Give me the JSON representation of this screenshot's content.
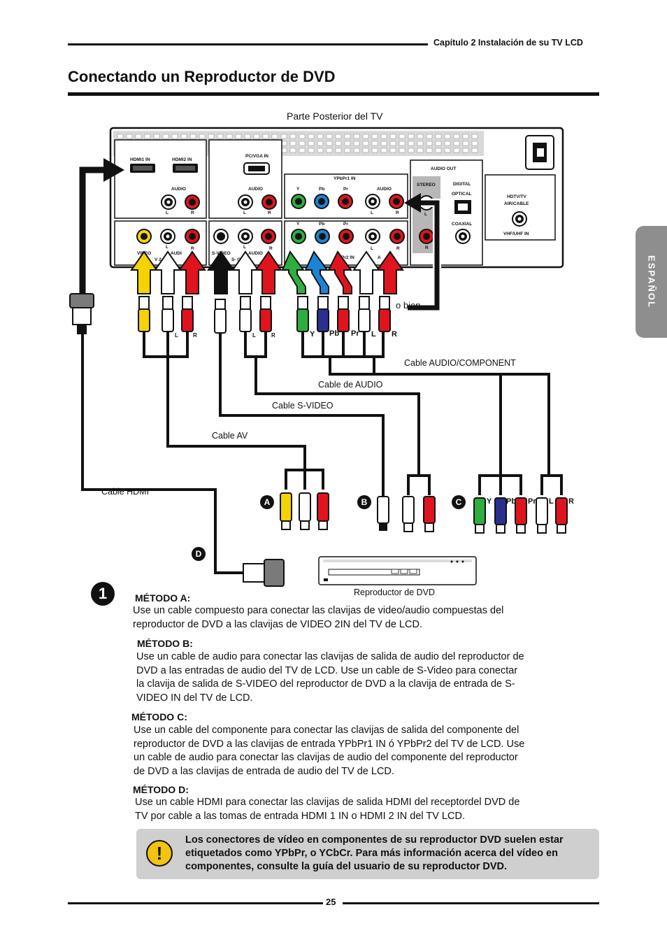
{
  "header": {
    "chapter": "Capítulo 2 Instalación de su TV LCD"
  },
  "title": "Conectando un Reproductor de DVD",
  "side_tab": "ESPAÑOL",
  "diagram": {
    "tv_label": "Parte Posterior del TV",
    "panel": {
      "hdmi1": "HDMI1 IN",
      "hdmi2": "HDMI2 IN",
      "pcvga": "PC/VGA IN",
      "audio": "AUDIO",
      "l": "L",
      "r": "R",
      "ypbpr1": "YPbPr1 IN",
      "y": "Y",
      "pb": "Pb",
      "pr": "Pr",
      "audio_out": "AUDIO OUT",
      "stereo": "STEREO",
      "digital": "DIGITAL",
      "optical": "OPTICAL",
      "coaxial": "COAXIAL",
      "hdtv": "HDTV/TV",
      "air_cable": "AIR/CABLE",
      "vhf": "VHF/UHF IN",
      "video": "VIDEO",
      "audio_short": "AUDI",
      "v_2in": "V  2 IN",
      "svideo": "S-VIDEO",
      "audio_s": "AUDIO",
      "s_in": "S-     O IN",
      "pr2in": "Pr2 IN",
      "a_short": "A"
    },
    "o_bien": "o bien",
    "plug_letters": {
      "l": "L",
      "r": "R",
      "y": "Y",
      "pb": "Pb",
      "pr": "Pr"
    },
    "cables": {
      "audio_component": "Cable  AUDIO/COMPONENT",
      "audio": "Cable de AUDIO",
      "svideo": "Cable S-VIDEO",
      "av": "Cable  AV",
      "hdmi": "Cable HDMI"
    },
    "methods_letters": {
      "a": "A",
      "b": "B",
      "c": "C",
      "d": "D"
    },
    "dvd_label": "Reproductor de DVD"
  },
  "step_number": "1",
  "methods": [
    {
      "head": "MÉTODO A:",
      "body": "Use un cable compuesto para conectar las clavijas de video/audio compuestas del\nreproductor de DVD a las clavijas de VIDEO 2IN del TV de LCD."
    },
    {
      "head": "MÉTODO B:",
      "body": "Use un cable de audio para conectar las clavijas de salida de audio del reproductor de\nDVD a las entradas de audio del TV de LCD. Use un cable de S-Video para conectar\nla clavija de salida de S-VIDEO del reproductor de DVD a la clavija de entrada de S-\nVIDEO IN del TV de LCD."
    },
    {
      "head": "MÉTODO C:",
      "body": "Use un cable del componente para conectar las clavijas de salida del componente del\nreproductor de DVD a las clavijas de entrada YPbPr1 IN ó YPbPr2 del TV de LCD.  Use\nun cable de audio para conectar las clavijas de audio del componente  del  reproductor\nde DVD a las clavijas de entrada de audio del TV de LCD."
    },
    {
      "head": "MÉTODO D:",
      "body": "Use un cable HDMI para conectar las clavijas de salida HDMI del receptordel DVD de\nTV por cable a las tomas de entrada HDMI 1 IN o HDMI 2 IN del TV LCD."
    }
  ],
  "note": {
    "icon": "exclamation-icon",
    "text": "Los conectores de vídeo en componentes de su reproductor DVD suelen estar etiquetados como YPbPr, o YCbCr.  Para más información acerca del vídeo en componentes, consulte la guía del usuario de su reproductor DVD."
  },
  "page_number": "25",
  "colors": {
    "yellow": "#f5d300",
    "red": "#e0141e",
    "green": "#2eae3f",
    "blue": "#1c84d6",
    "navy": "#2a2f8f",
    "gray": "#8e8e8e"
  }
}
